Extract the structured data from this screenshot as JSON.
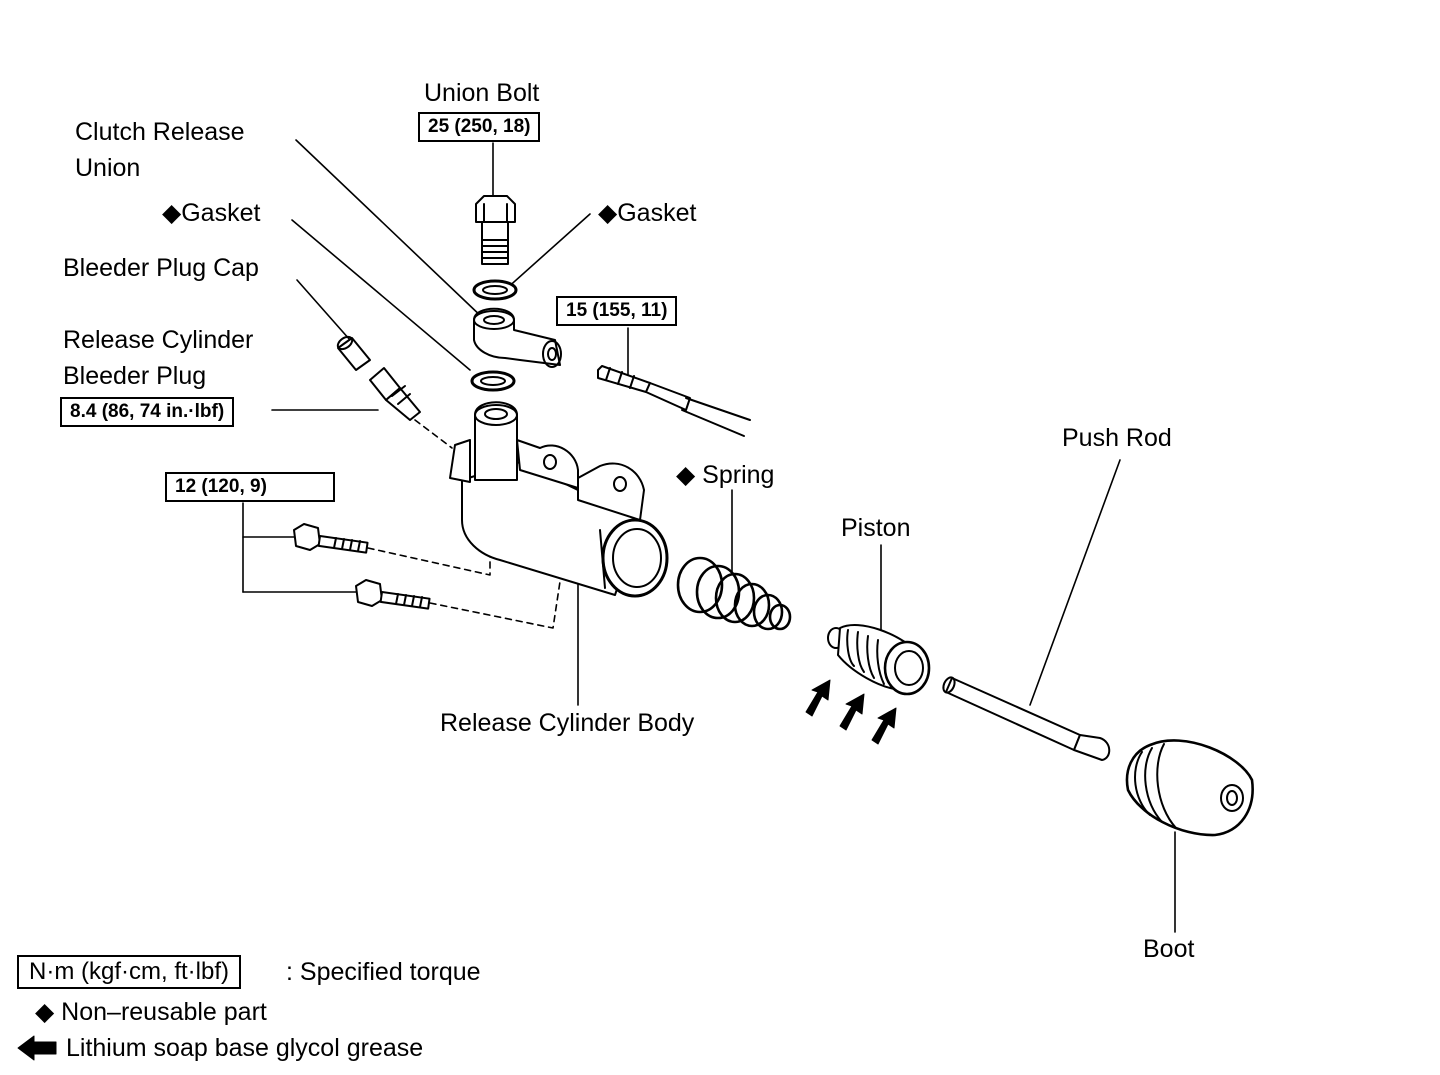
{
  "labels": {
    "union_bolt": "Union Bolt",
    "clutch_release_union_1": "Clutch Release",
    "clutch_release_union_2": "Union",
    "gasket_left": "◆Gasket",
    "gasket_right": "◆Gasket",
    "bleeder_plug_cap": "Bleeder Plug Cap",
    "release_cylinder_bleeder_plug_1": "Release Cylinder",
    "release_cylinder_bleeder_plug_2": "Bleeder Plug",
    "spring": "◆ Spring",
    "piston": "Piston",
    "push_rod": "Push Rod",
    "release_cylinder_body": "Release Cylinder Body",
    "boot": "Boot"
  },
  "torques": {
    "union_bolt": "25 (250, 18)",
    "line_fitting": "15 (155, 11)",
    "bleeder_plug": "8.4 (86, 74 in.·lbf)",
    "mount_bolts": "12 (120, 9)"
  },
  "legend": {
    "torque_unit": "N·m (kgf·cm, ft·lbf)",
    "torque_desc": ": Specified torque",
    "non_reusable": "◆ Non–reusable part",
    "grease": "Lithium soap base glycol grease"
  }
}
